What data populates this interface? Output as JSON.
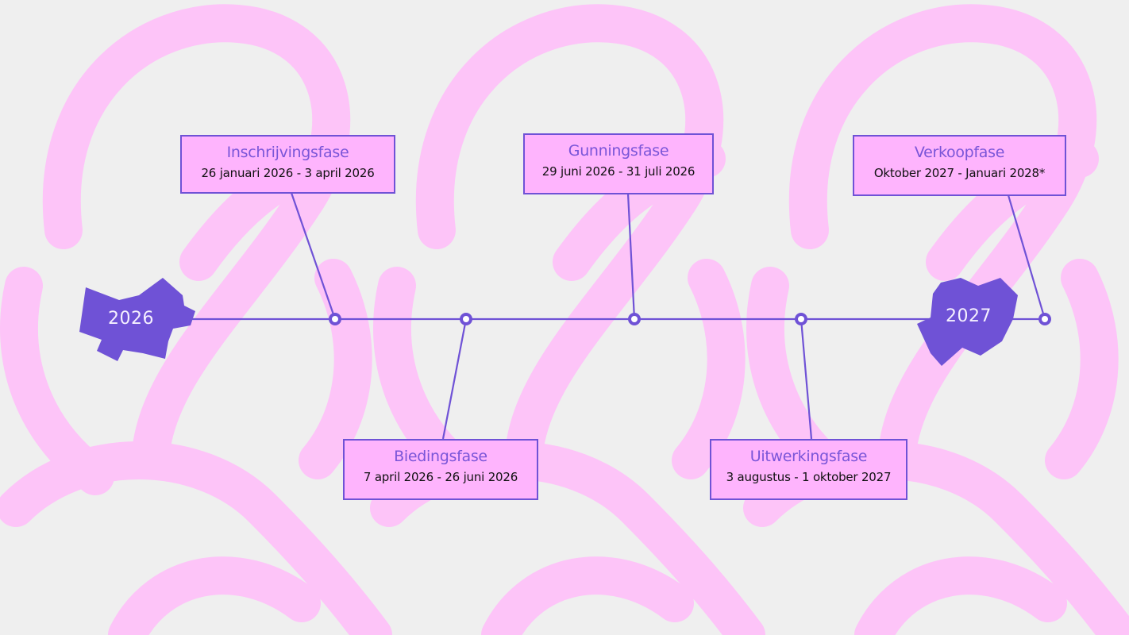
{
  "colors": {
    "accent": "#6f52d6",
    "box_fill": "#feb4fd",
    "background": "#efefef",
    "pattern": "#fdc4f8"
  },
  "start_year": "2026",
  "end_year": "2027",
  "phases": [
    {
      "title": "Inschrijvingsfase",
      "dates": "26 januari 2026 - 3 april 2026"
    },
    {
      "title": "Biedingsfase",
      "dates": "7 april 2026 - 26 juni 2026"
    },
    {
      "title": "Gunningsfase",
      "dates": "29 juni 2026 - 31 juli 2026"
    },
    {
      "title": "Uitwerkingsfase",
      "dates": "3 augustus - 1 oktober 2027"
    },
    {
      "title": "Verkoopfase",
      "dates": "Oktober 2027 - Januari 2028*"
    }
  ]
}
